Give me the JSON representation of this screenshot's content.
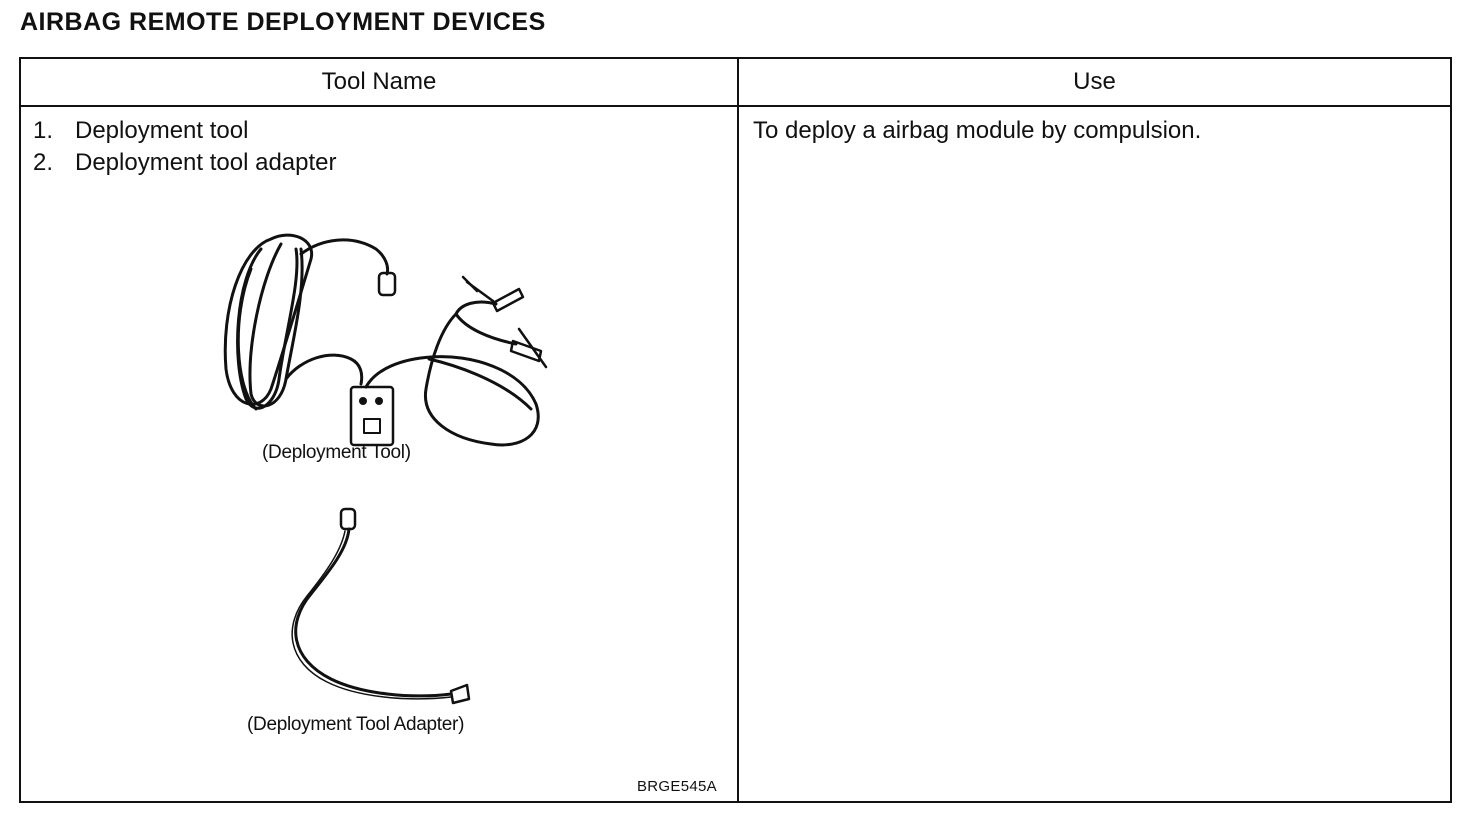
{
  "title": "AIRBAG REMOTE DEPLOYMENT DEVICES",
  "table": {
    "columns": [
      "Tool Name",
      "Use"
    ],
    "tool_items": [
      {
        "number": "1.",
        "name": "Deployment tool"
      },
      {
        "number": "2.",
        "name": "Deployment tool adapter"
      }
    ],
    "use": "To deploy a airbag module by compulsion."
  },
  "figures": {
    "deployment_tool_caption": "(Deployment Tool)",
    "adapter_caption": "(Deployment Tool Adapter)",
    "figure_code": "BRGE545A"
  }
}
